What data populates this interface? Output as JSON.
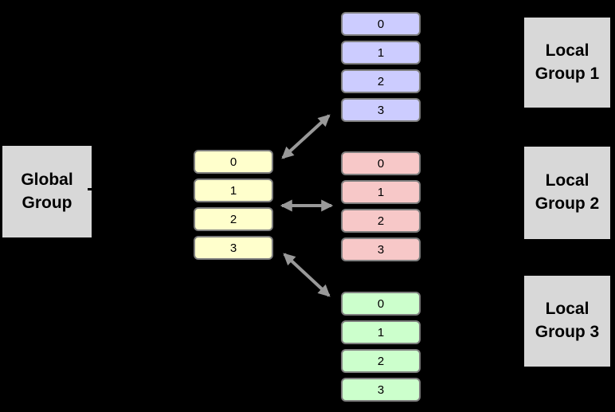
{
  "labels": {
    "global": {
      "line1": "Global",
      "line2": "Group"
    },
    "local1": {
      "line1": "Local",
      "line2": "Group 1"
    },
    "local2": {
      "line1": "Local",
      "line2": "Group 2"
    },
    "local3": {
      "line1": "Local",
      "line2": "Group 3"
    }
  },
  "stacks": {
    "global": {
      "items": [
        "0",
        "1",
        "2",
        "3"
      ],
      "color": "#FFFFCC"
    },
    "local1": {
      "items": [
        "0",
        "1",
        "2",
        "3"
      ],
      "color": "#CCCCFF"
    },
    "local2": {
      "items": [
        "0",
        "1",
        "2",
        "3"
      ],
      "color": "#F7C8C8"
    },
    "local3": {
      "items": [
        "0",
        "1",
        "2",
        "3"
      ],
      "color": "#CCFFCC"
    }
  },
  "colors": {
    "background": "#000000",
    "label_box": "#D8D8D8",
    "cell_border": "#7F7F7F",
    "arrow": "#999999",
    "text": "#000000"
  }
}
